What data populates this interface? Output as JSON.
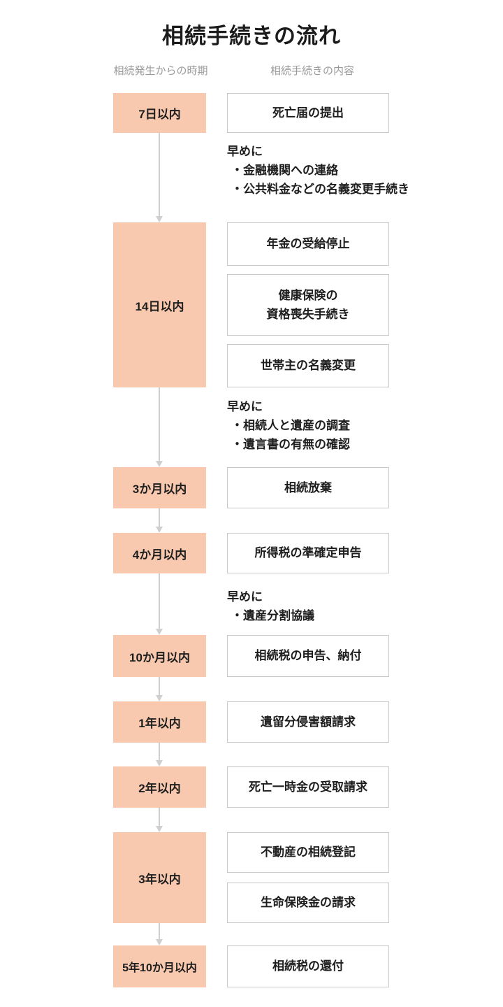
{
  "title": "相続手続きの流れ",
  "columns": {
    "left_header": "相続発生からの時期",
    "right_header": "相続手続きの内容"
  },
  "rows": [
    {
      "period": "7日以内",
      "items": [
        "死亡届の提出"
      ]
    },
    {
      "period": "14日以内",
      "items": [
        "年金の受給停止",
        "健康保険の\n資格喪失手続き",
        "世帯主の名義変更"
      ]
    },
    {
      "period": "3か月以内",
      "items": [
        "相続放棄"
      ]
    },
    {
      "period": "4か月以内",
      "items": [
        "所得税の準確定申告"
      ]
    },
    {
      "period": "10か月以内",
      "items": [
        "相続税の申告、納付"
      ]
    },
    {
      "period": "1年以内",
      "items": [
        "遺留分侵害額請求"
      ]
    },
    {
      "period": "2年以内",
      "items": [
        "死亡一時金の受取請求"
      ]
    },
    {
      "period": "3年以内",
      "items": [
        "不動産の相続登記",
        "生命保険金の請求"
      ]
    },
    {
      "period": "5年10か月以内",
      "items": [
        "相続税の還付"
      ]
    }
  ],
  "notes": [
    {
      "title": "早めに",
      "bullets": [
        "・金融機関への連絡",
        "・公共料金などの名義変更手続き"
      ]
    },
    {
      "title": "早めに",
      "bullets": [
        "・相続人と遺産の調査",
        "・遺言書の有無の確認"
      ]
    },
    {
      "title": "早めに",
      "bullets": [
        "・遺産分割協議"
      ]
    }
  ],
  "colors": {
    "period_box_bg": "#f8c9ae",
    "content_box_border": "#c9c9c9",
    "arrow": "#cfcfcf",
    "muted_text": "#9a9a9a",
    "text": "#1e1e1e"
  }
}
